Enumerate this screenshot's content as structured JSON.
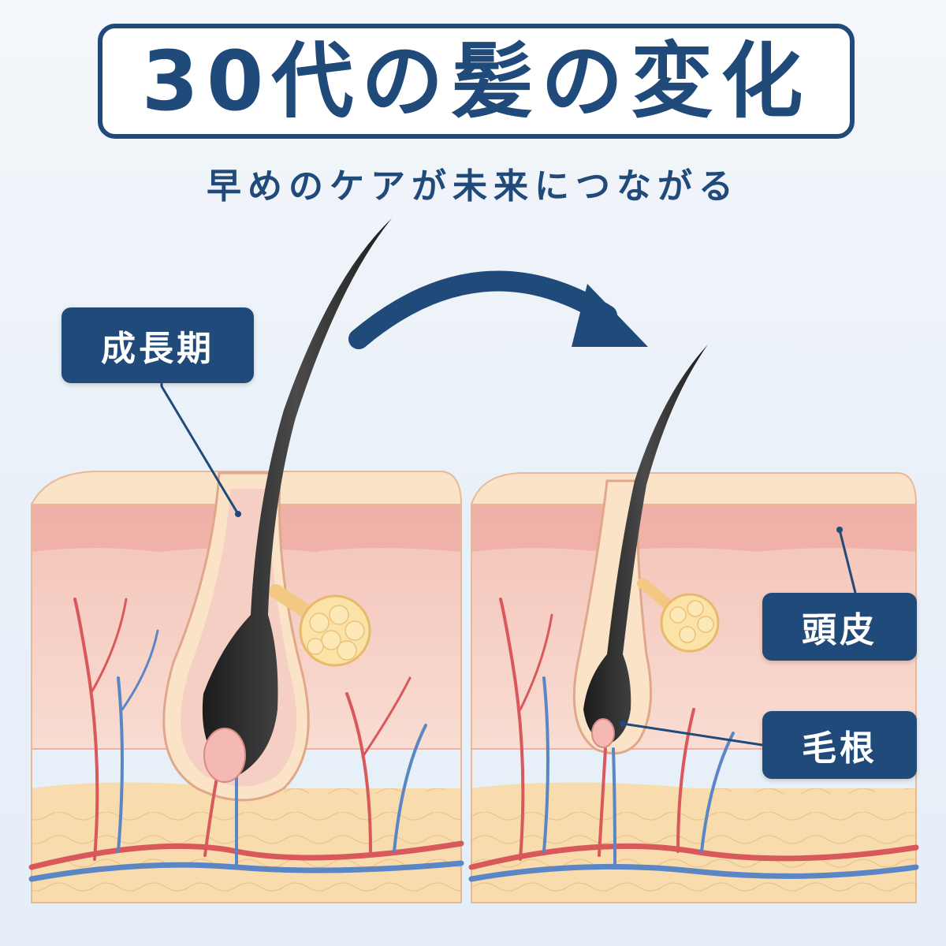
{
  "title": "30代の髪の変化",
  "subtitle": "早めのケアが未来につながる",
  "labels": {
    "growth_phase": "成長期",
    "scalp": "頭皮",
    "hair_root": "毛根"
  },
  "colors": {
    "navy": "#1f4a7a",
    "skin_surface": "#fbe3c8",
    "dermis": "#f6cfc4",
    "fat_layer": "#f8dcae",
    "hair": "#2b2b2b",
    "gland": "#fbe2a6",
    "artery": "#d9585b",
    "vein": "#5b86c5"
  },
  "icons": {
    "arrow": "curved-arrow-right-icon"
  }
}
